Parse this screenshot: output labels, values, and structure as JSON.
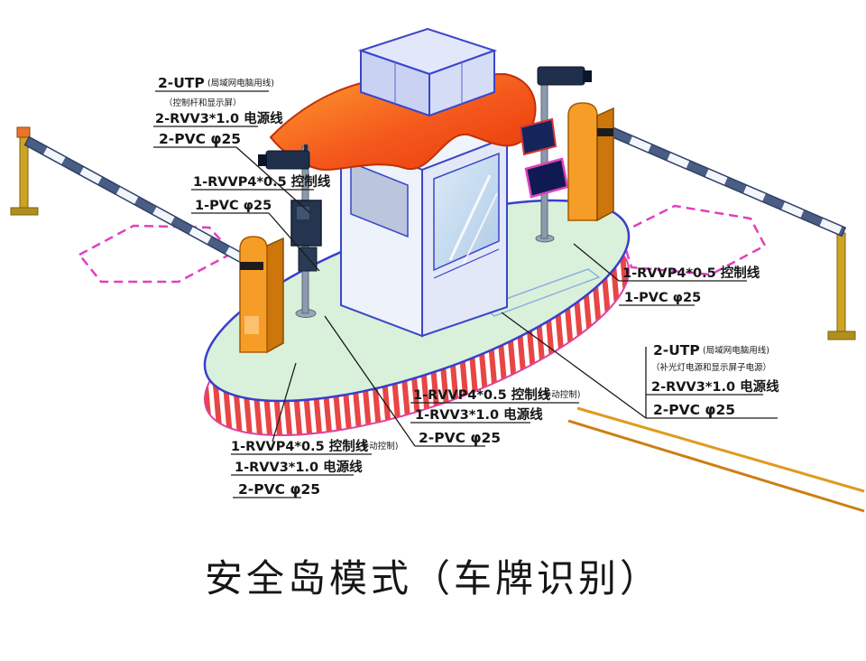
{
  "title": "安全岛模式（车牌识别）",
  "colors": {
    "island_top": "#d9f1da",
    "island_outline": "#3a3ecc",
    "band_stripe": "#e84545",
    "band_outline": "#e0429e",
    "booth_outline": "#3a46c8",
    "roof_orange": "#f4581c",
    "cabinet_orange": "#f59d26",
    "parking_dash": "#e040c0",
    "cable_orange": "#e09a20"
  },
  "labels": {
    "top_left": {
      "l1": "2-UTP",
      "l1_note": "(局域网电脑用线)",
      "l2": "（控制杆和显示屏）",
      "l3": "2-RVV3*1.0 电源线",
      "l4": "2-PVC φ25"
    },
    "left_mid": {
      "l1": "1-RVVP4*0.5 控制线",
      "l2": "1-PVC φ25"
    },
    "right_mid": {
      "l1": "1-RVVP4*0.5 控制线",
      "l2": "1-PVC φ25"
    },
    "right_lower": {
      "l1": "2-UTP",
      "l1_note": "(局域网电脑用线)",
      "l2": "（补光灯电源和显示屏子电源）",
      "l3": "2-RVV3*1.0 电源线",
      "l4": "2-PVC φ25"
    },
    "center_bottom": {
      "l1": "1-RVVP4*0.5 控制线",
      "l1_note": "(手动控制)",
      "l2": "1-RVV3*1.0 电源线",
      "l3": "2-PVC φ25"
    },
    "bottom_left": {
      "l1": "1-RVVP4*0.5 控制线",
      "l1_note": "(手动控制)",
      "l2": "1-RVV3*1.0 电源线",
      "l3": "2-PVC φ25"
    }
  }
}
